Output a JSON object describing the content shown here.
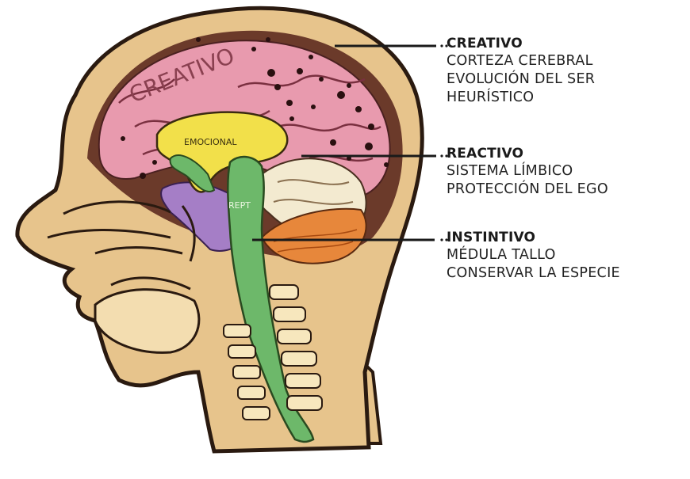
{
  "labels": [
    {
      "title": "CREATIVO",
      "lines": [
        "CORTEZA CEREBRAL",
        "EVOLUCIÓN DEL SER",
        "HEURÍSTICO"
      ]
    },
    {
      "title": "REACTIVO",
      "lines": [
        "SISTEMA LÍMBICO",
        "PROTECCIÓN DEL EGO"
      ]
    },
    {
      "title": "INSTINTIVO",
      "lines": [
        "MÉDULA TALLO",
        "CONSERVAR LA ESPECIE"
      ]
    }
  ],
  "inner_labels": {
    "cortex": "CREATIVO",
    "limbic": "EMOCIONAL",
    "stem": "REPT"
  },
  "colors": {
    "skin": "#e7c48c",
    "skin_shadow": "#d8a868",
    "outline": "#2a1a10",
    "scalp": "#6b3a2a",
    "cortex": "#e89aae",
    "limbic": "#f2e04a",
    "stem": "#6db86a",
    "purple": "#a57ec6",
    "cerebellum": "#f3ead0",
    "orange": "#e7873b",
    "vertebra": "#f7e7bd"
  }
}
